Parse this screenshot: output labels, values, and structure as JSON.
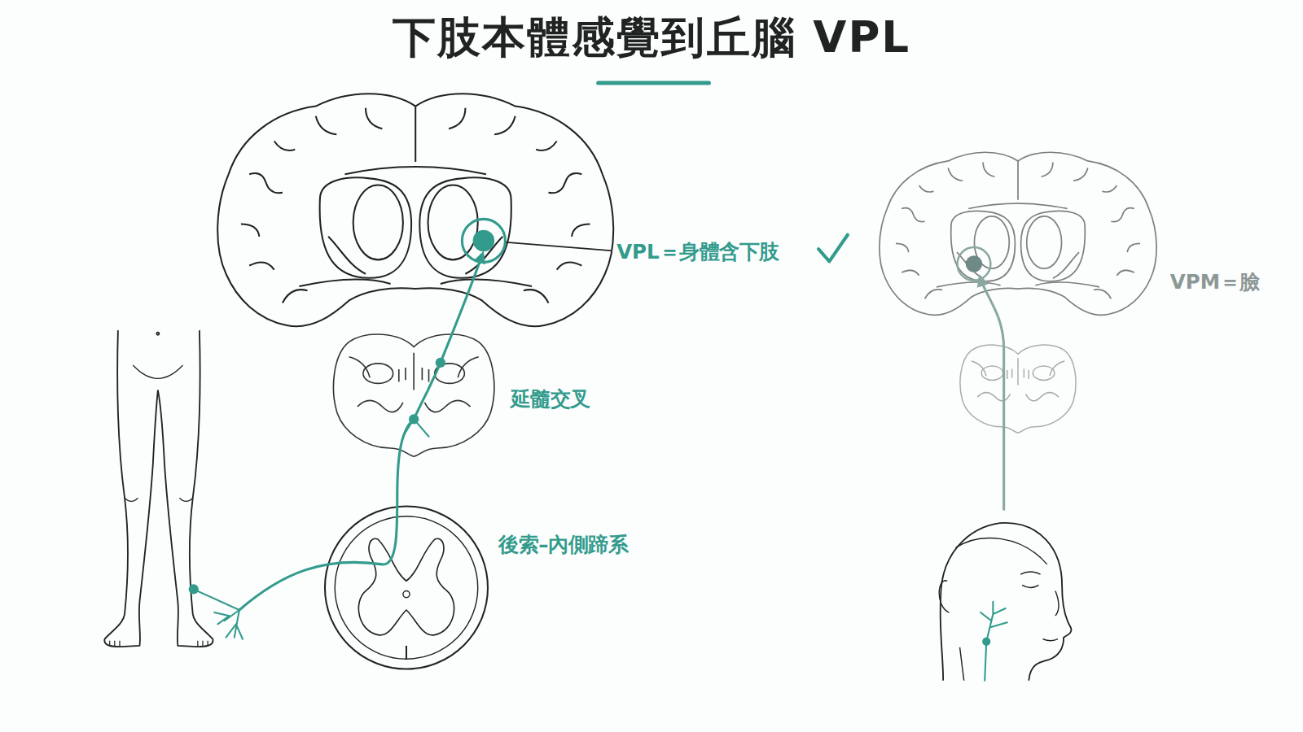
{
  "diagram": {
    "title": "下肢本體感覺到丘腦 VPL",
    "labels": [
      "VPL＝身體含下肢",
      "延髓交叉",
      "後索–內側蹄系",
      "VPM＝臉"
    ]
  }
}
